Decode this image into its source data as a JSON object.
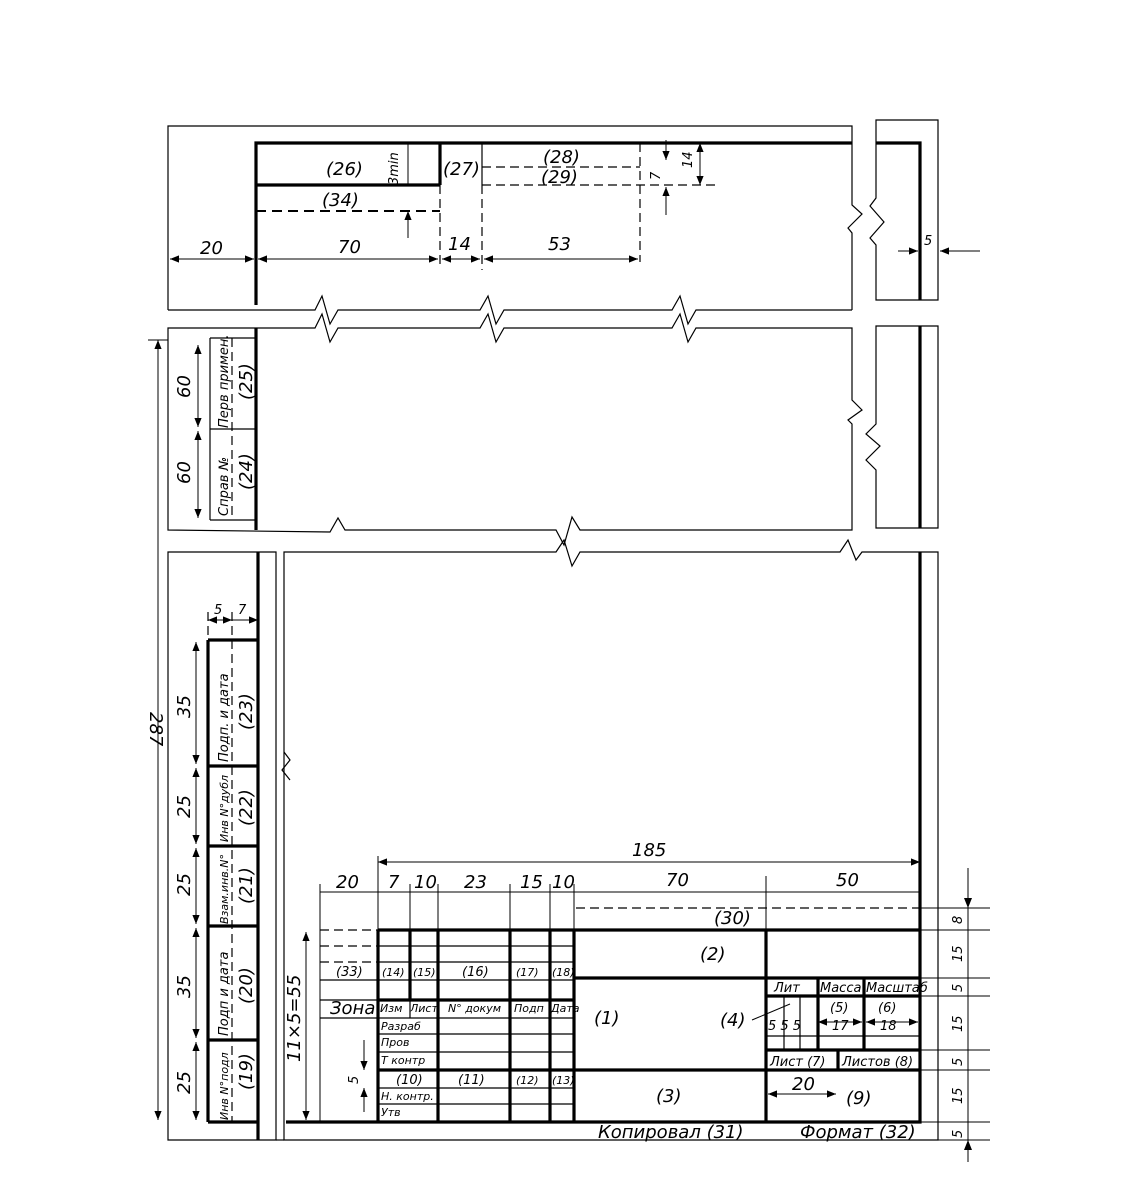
{
  "top_block": {
    "f26": "(26)",
    "f34": "(34)",
    "f27": "(27)",
    "f28": "(28)",
    "f29": "(29)",
    "d3min": "3min",
    "d7": "7",
    "d14v": "14",
    "d20": "20",
    "d70": "70",
    "d14": "14",
    "d53": "53",
    "d5": "5"
  },
  "left_stamp": {
    "perv": "Перв примен.",
    "perv_num": "(25)",
    "sprav": "Справ №",
    "sprav_num": "(24)",
    "d60a": "60",
    "d60b": "60"
  },
  "side_strip": {
    "d5": "5",
    "d7": "7",
    "d287": "287",
    "cells": [
      {
        "label": "Подп. и дата",
        "num": "(23)",
        "dim": "35"
      },
      {
        "label": "Инв N°дубл",
        "num": "(22)",
        "dim": "25"
      },
      {
        "label": "Взам.инв.N°",
        "num": "(21)",
        "dim": "25"
      },
      {
        "label": "Подп и дата",
        "num": "(20)",
        "dim": "35"
      },
      {
        "label": "Инв N°подл",
        "num": "(19)",
        "dim": "25"
      }
    ]
  },
  "title_block": {
    "d185": "185",
    "col_dims": [
      "20",
      "7",
      "10",
      "23",
      "15",
      "10",
      "70",
      "50"
    ],
    "row_dims": [
      "8",
      "15",
      "5",
      "15",
      "5",
      "15",
      "5"
    ],
    "d11x5": "11×5=55",
    "d5": "5",
    "d20": "20",
    "f30": "(30)",
    "f2": "(2)",
    "f1": "(1)",
    "f3": "(3)",
    "f4": "(4)",
    "f9": "(9)",
    "f33": "(33)",
    "f14": "(14)",
    "f15": "(15)",
    "f16": "(16)",
    "f17": "(17)",
    "f18": "(18)",
    "f10": "(10)",
    "f11": "(11)",
    "f12": "(12)",
    "f13": "(13)",
    "zona": "Зона",
    "izm": "Изм",
    "list": "Лист",
    "ndok": "N° докум",
    "podp": "Подп",
    "data": "Дата",
    "rows": [
      "Разраб",
      "Пров",
      "Т контр",
      "",
      "Н. контр.",
      "Утв"
    ],
    "lit": "Лит",
    "massa": "Масса",
    "masshtab": "Масштаб",
    "f5": "(5)",
    "f6": "(6)",
    "d17": "17",
    "d18": "18",
    "d555": "5 5 5",
    "list7": "Лист (7)",
    "listov8": "Листов (8)",
    "kopiroval": "Копировал (31)",
    "format": "Формат (32)"
  }
}
